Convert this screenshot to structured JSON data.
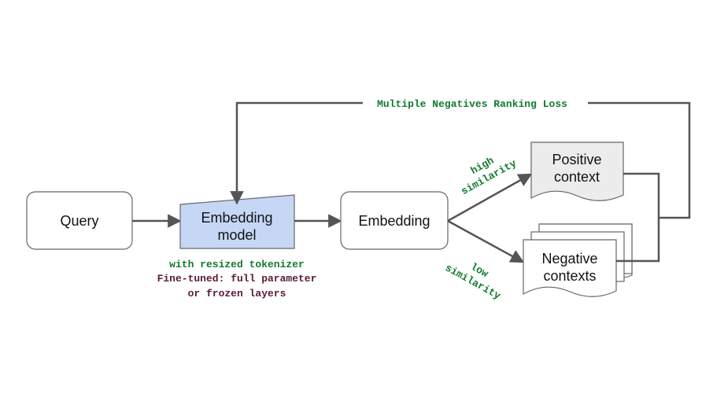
{
  "colors": {
    "line": "#555555",
    "box_fill": "#ffffff",
    "box_stroke": "#666666",
    "model_fill": "#c5d7f5",
    "positive_fill": "#ececec",
    "green_text": "#127a2e",
    "maroon_text": "#5a1a3a"
  },
  "nodes": {
    "query": "Query",
    "model_line1": "Embedding",
    "model_line2": "model",
    "embedding": "Embedding",
    "positive_line1": "Positive",
    "positive_line2": "context",
    "negative_line1": "Negative",
    "negative_line2": "contexts"
  },
  "labels": {
    "loss": "Multiple Negatives Ranking Loss",
    "high_line1": "high",
    "high_line2": "similarity",
    "low_line1": "low",
    "low_line2": "similarity",
    "model_note1": "with resized tokenizer",
    "model_note2": "Fine-tuned: full parameter",
    "model_note3": "or frozen layers"
  },
  "icons": {
    "arrowhead": "arrow-head-icon",
    "document": "document-icon"
  }
}
